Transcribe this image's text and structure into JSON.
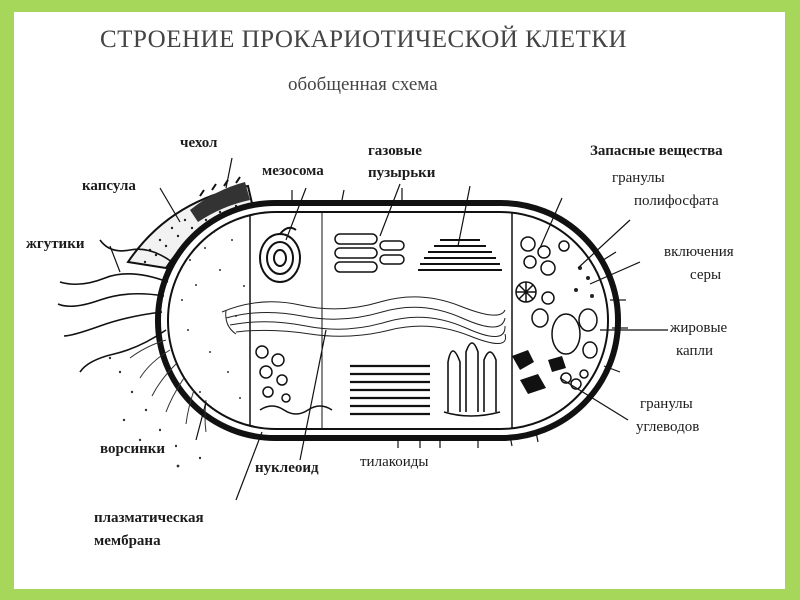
{
  "slide": {
    "title": "СТРОЕНИЕ ПРОКАРИОТИЧЕСКОЙ КЛЕТКИ",
    "subtitle": "обобщенная схема"
  },
  "labels": {
    "chehol": "чехол",
    "kapsula": "капсула",
    "zhgutiki": "жгутики",
    "mezosoma": "мезосома",
    "gazovye_1": "газовые",
    "gazovye_2": "пузырьки",
    "zapasnye": "Запасные вещества",
    "granuly_poly_1": "гранулы",
    "granuly_poly_2": "полифосфата",
    "vklyucheniya_1": "включения",
    "vklyucheniya_2": "серы",
    "zhirovye_1": "жировые",
    "zhirovye_2": "капли",
    "granuly_ugl_1": "гранулы",
    "granuly_ugl_2": "углеводов",
    "vorsinki": "ворсинки",
    "nukleoid": "нуклеоид",
    "tilakoidy": "тилакоиды",
    "plazm_1": "плазматическая",
    "plazm_2": "мембрана"
  }
}
